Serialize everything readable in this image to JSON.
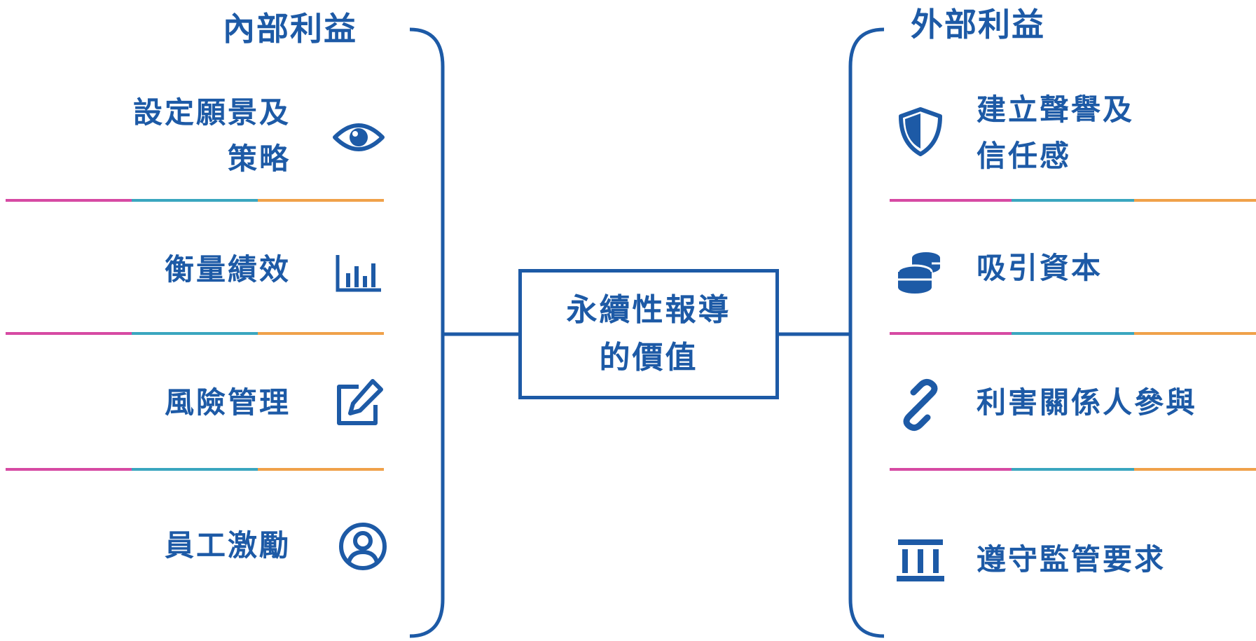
{
  "headings": {
    "internal": "內部利益",
    "external": "外部利益"
  },
  "center": {
    "line1": "永續性報導",
    "line2": "的價值"
  },
  "internal_items": [
    {
      "line1": "設定願景及",
      "line2": "策略",
      "icon": "eye-icon"
    },
    {
      "line1": "衡量績效",
      "line2": "",
      "icon": "bar-chart-icon"
    },
    {
      "line1": "風險管理",
      "line2": "",
      "icon": "edit-icon"
    },
    {
      "line1": "員工激勵",
      "line2": "",
      "icon": "user-circle-icon"
    }
  ],
  "external_items": [
    {
      "line1": "建立聲譽及",
      "line2": "信任感",
      "icon": "shield-icon"
    },
    {
      "line1": "吸引資本",
      "line2": "",
      "icon": "coins-icon"
    },
    {
      "line1": "利害關係人參與",
      "line2": "",
      "icon": "link-icon"
    },
    {
      "line1": "遵守監管要求",
      "line2": "",
      "icon": "bank-icon"
    }
  ],
  "colors": {
    "primary": "#1d5aa6",
    "divider_magenta": "#d64aa3",
    "divider_teal": "#3aa6bf",
    "divider_orange": "#f0a14a"
  }
}
